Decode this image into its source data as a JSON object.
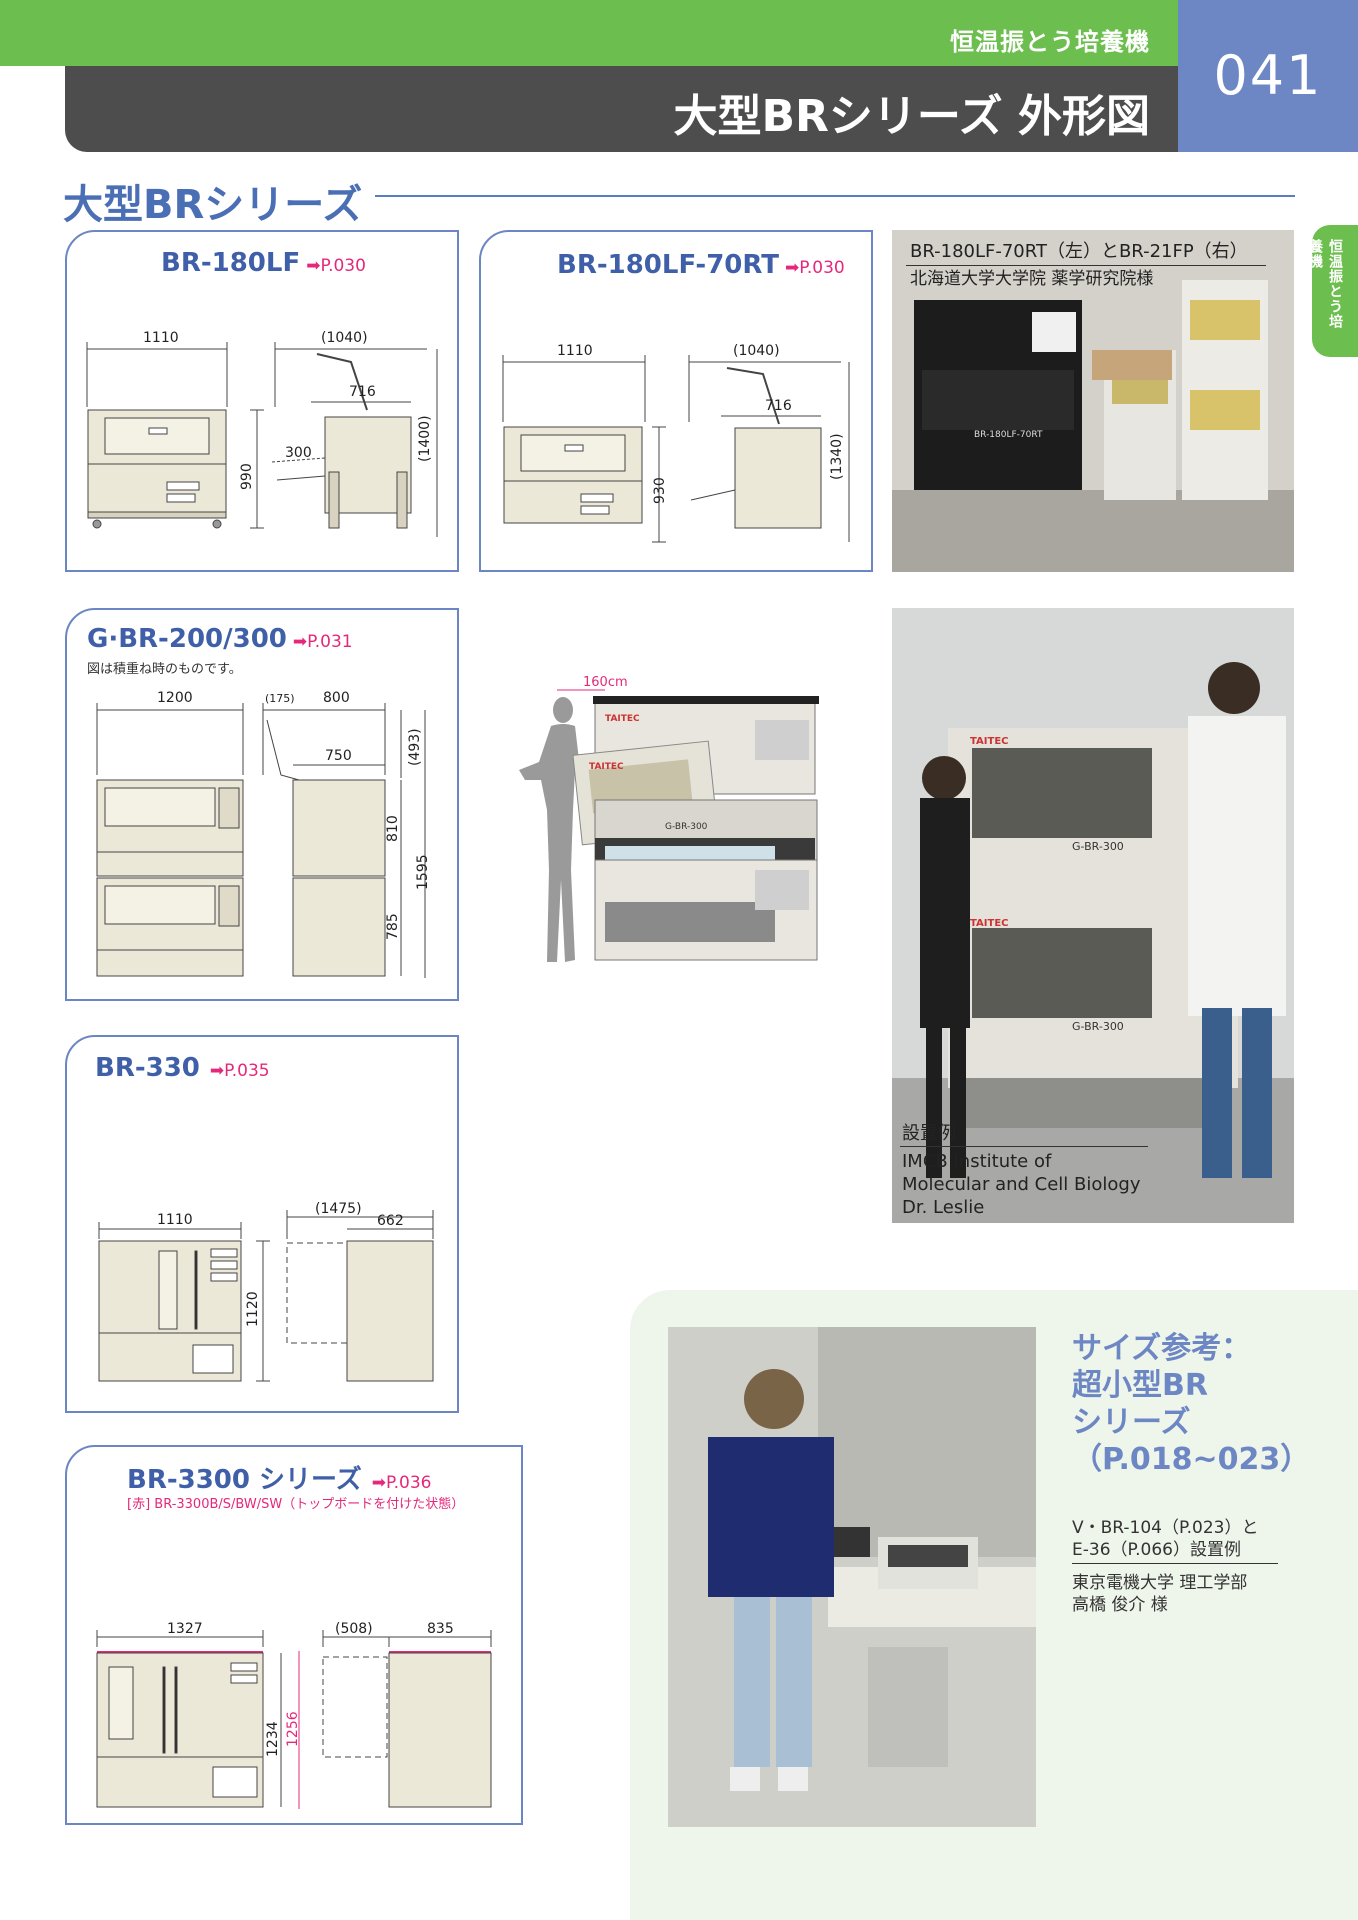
{
  "header": {
    "category": "恒温振とう培養機",
    "title": "大型BRシリーズ 外形図",
    "page_number": "041"
  },
  "section_title": "大型BRシリーズ",
  "side_tab": "恒温振とう培養機",
  "panels": {
    "br180lf": {
      "title": "BR-180LF",
      "ref": "➡P.030",
      "dims": [
        "1110",
        "(1040)",
        "716",
        "300",
        "990",
        "(1400)"
      ]
    },
    "br180lf70rt": {
      "title": "BR-180LF-70RT",
      "ref": "➡P.030",
      "dims": [
        "1110",
        "(1040)",
        "716",
        "930",
        "(1340)"
      ]
    },
    "gbr": {
      "title": "G·BR-200/300",
      "ref": "➡P.031",
      "note": "図は積重ね時のものです。",
      "dims": [
        "1200",
        "(175)",
        "800",
        "750",
        "(493)",
        "810",
        "1595",
        "785"
      ]
    },
    "br330": {
      "title": "BR-330",
      "ref": "➡P.035",
      "dims": [
        "1110",
        "(1475)",
        "662",
        "1120"
      ]
    },
    "br3300": {
      "title": "BR-3300 シリーズ",
      "ref": "➡P.036",
      "note": "[赤] BR-3300B/S/BW/SW（トップボードを付けた状態）",
      "dims": [
        "1327",
        "(508)",
        "835",
        "1256",
        "1234"
      ]
    }
  },
  "height_label": "160cm",
  "photos": {
    "photo1": {
      "caption_line1": "BR-180LF-70RT（左）とBR-21FP（右）",
      "caption_line2": "北海道大学大学院 薬学研究院様",
      "labels": [
        "BR-180LF-70RT"
      ]
    },
    "photo2": {
      "labels": [
        "TAITEC",
        "G-BR-300",
        "TAITEC",
        "G-BR-300"
      ],
      "caption_head": "設置例",
      "caption_lines": [
        "IMCB Institute of",
        "Molecular and Cell Biology",
        "Dr. Leslie"
      ]
    }
  },
  "product_render": {
    "labels": [
      "TAITEC",
      "TAITEC",
      "G-BR-300"
    ]
  },
  "size_ref": {
    "title_lines": [
      "サイズ参考：",
      "超小型BR",
      "シリーズ",
      "（P.018~023）"
    ],
    "caption_line1": "V・BR-104（P.023）と",
    "caption_line2": "E-36（P.066）設置例",
    "caption_line3": "東京電機大学 理工学部",
    "caption_line4": "高橋 俊介 様"
  },
  "colors": {
    "green": "#6cbf4f",
    "blue": "#6d86c4",
    "dark": "#4d4d4d",
    "pink": "#e6287a"
  }
}
